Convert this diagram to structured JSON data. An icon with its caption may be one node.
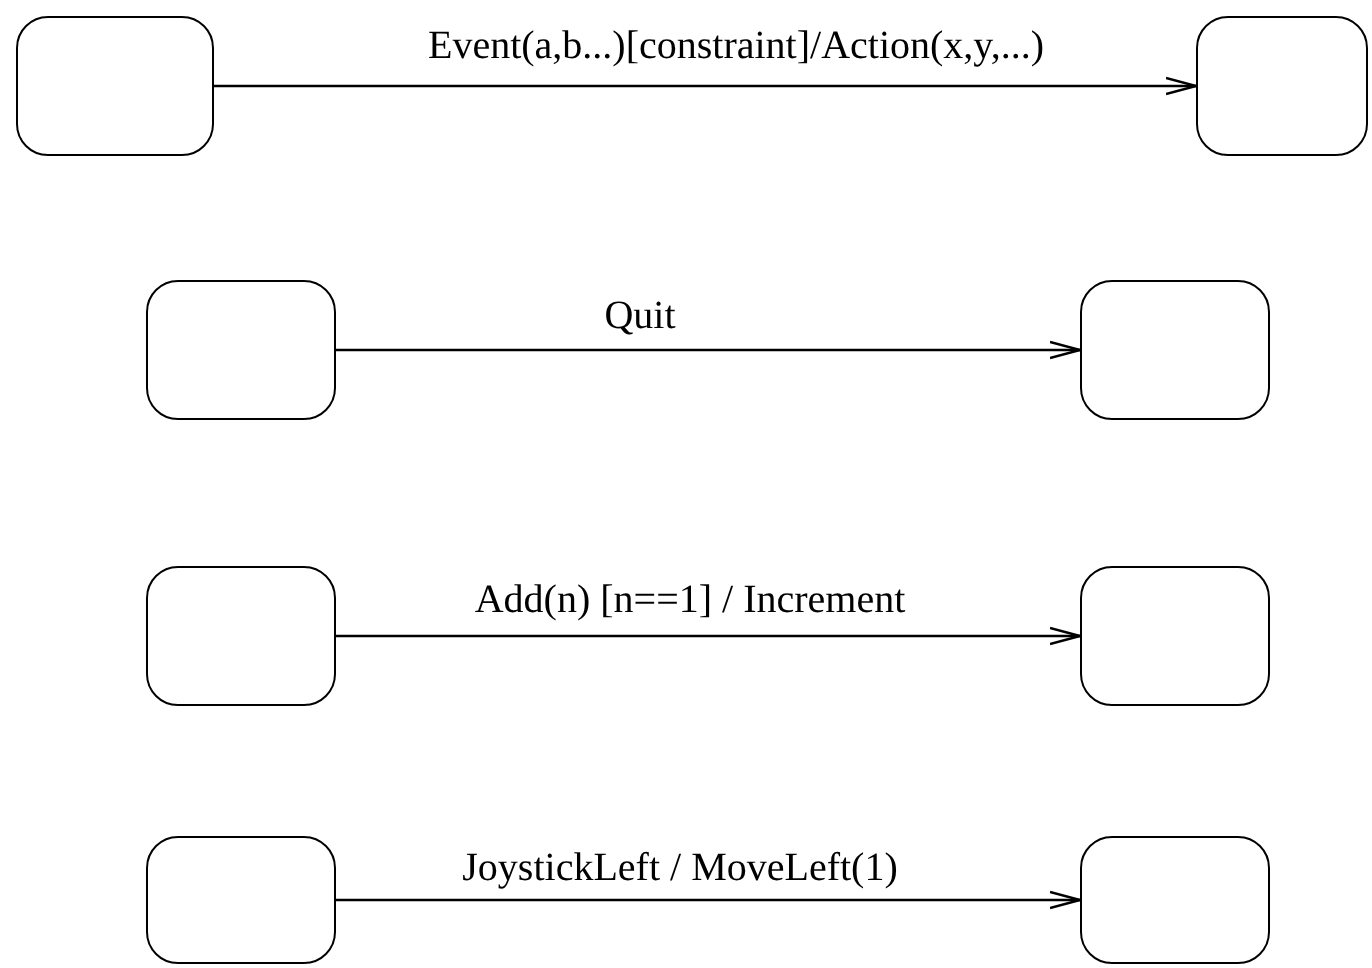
{
  "diagram": {
    "nodes": [
      {
        "text": [],
        "shape": "box"
      },
      {
        "text": [],
        "shape": "box"
      },
      {
        "text": [],
        "shape": "box"
      },
      {
        "text": [],
        "shape": "box"
      },
      {
        "text": [],
        "shape": "box"
      },
      {
        "text": [],
        "shape": "box"
      },
      {
        "text": [],
        "shape": "box"
      },
      {
        "text": [],
        "shape": "box"
      }
    ],
    "edges": [
      {
        "from": 0,
        "to": 1,
        "arrow": "to",
        "label": "Event(a,b...)[constraint]/Action(x,y,...)"
      },
      {
        "from": 2,
        "to": 3,
        "arrow": "to",
        "label": "Quit"
      },
      {
        "from": 4,
        "to": 5,
        "arrow": "to",
        "label": "Add(n) [n==1] / Increment"
      },
      {
        "from": 6,
        "to": 7,
        "arrow": "to",
        "label": "JoystickLeft / MoveLeft(1)"
      }
    ]
  }
}
